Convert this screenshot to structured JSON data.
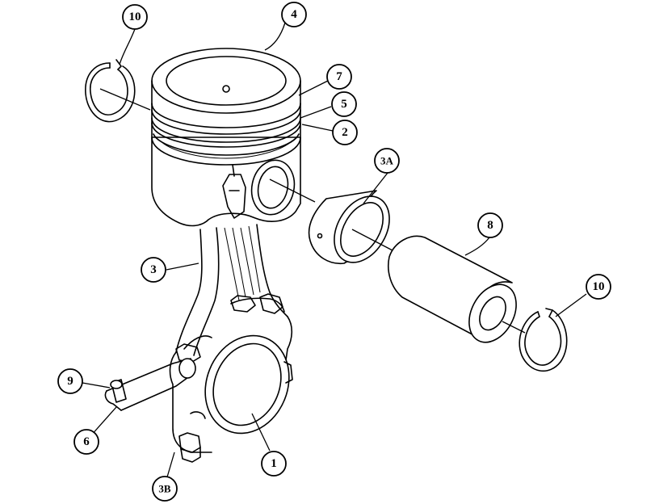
{
  "diagram": {
    "callouts": [
      {
        "id": "c10a",
        "label": "10"
      },
      {
        "id": "c4",
        "label": "4"
      },
      {
        "id": "c7",
        "label": "7"
      },
      {
        "id": "c5",
        "label": "5"
      },
      {
        "id": "c2",
        "label": "2"
      },
      {
        "id": "c3A",
        "label": "3A"
      },
      {
        "id": "c8",
        "label": "8"
      },
      {
        "id": "c3",
        "label": "3"
      },
      {
        "id": "c10b",
        "label": "10"
      },
      {
        "id": "c9",
        "label": "9"
      },
      {
        "id": "c6",
        "label": "6"
      },
      {
        "id": "c1",
        "label": "1"
      },
      {
        "id": "c3B",
        "label": "3B"
      }
    ]
  }
}
